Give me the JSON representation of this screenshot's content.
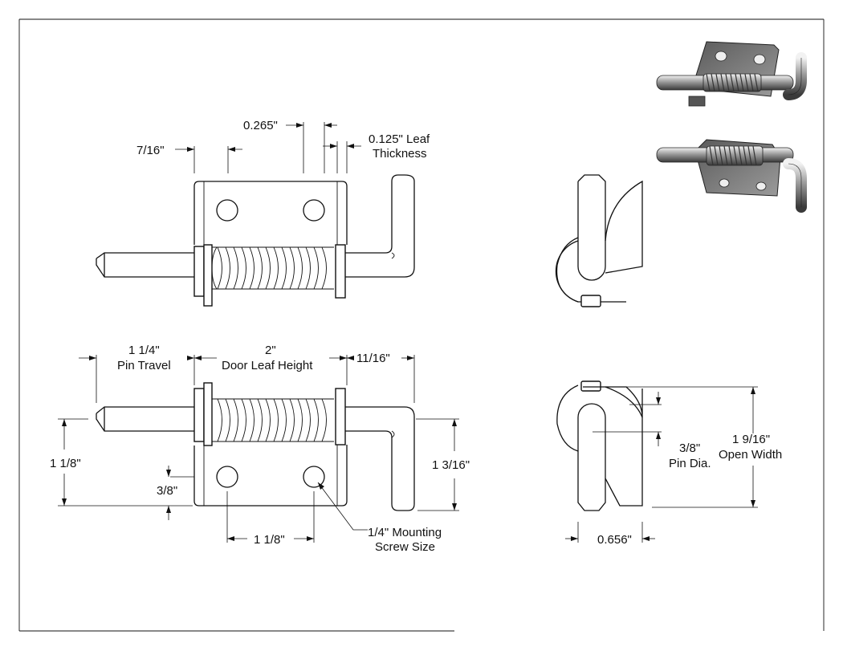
{
  "title": "",
  "dimensions": {
    "pin_offset_left": "7/16\"",
    "leaf_gap": "0.265\"",
    "leaf_thickness_line1": "0.125\" Leaf",
    "leaf_thickness_line2": "Thickness",
    "pin_travel_value": "1 1/4\"",
    "pin_travel_label": "Pin Travel",
    "door_leaf_height_value": "2\"",
    "door_leaf_height_label": "Door Leaf Height",
    "handle_offset": "11/16\"",
    "pin_height": "1 1/8\"",
    "hole_offset": "3/8\"",
    "handle_length": "1 3/16\"",
    "hole_spacing": "1 1/8\"",
    "screw_size_line1": "1/4\" Mounting",
    "screw_size_line2": "Screw Size",
    "pin_dia_value": "3/8\"",
    "pin_dia_label": "Pin Dia.",
    "open_width_value": "1 9/16\"",
    "open_width_label": "Open Width",
    "side_width": "0.656\""
  },
  "colors": {
    "line": "#111111",
    "steel_dark": "#3a3a3a",
    "steel_mid": "#8c8c8c",
    "steel_light": "#d6d6d6"
  }
}
